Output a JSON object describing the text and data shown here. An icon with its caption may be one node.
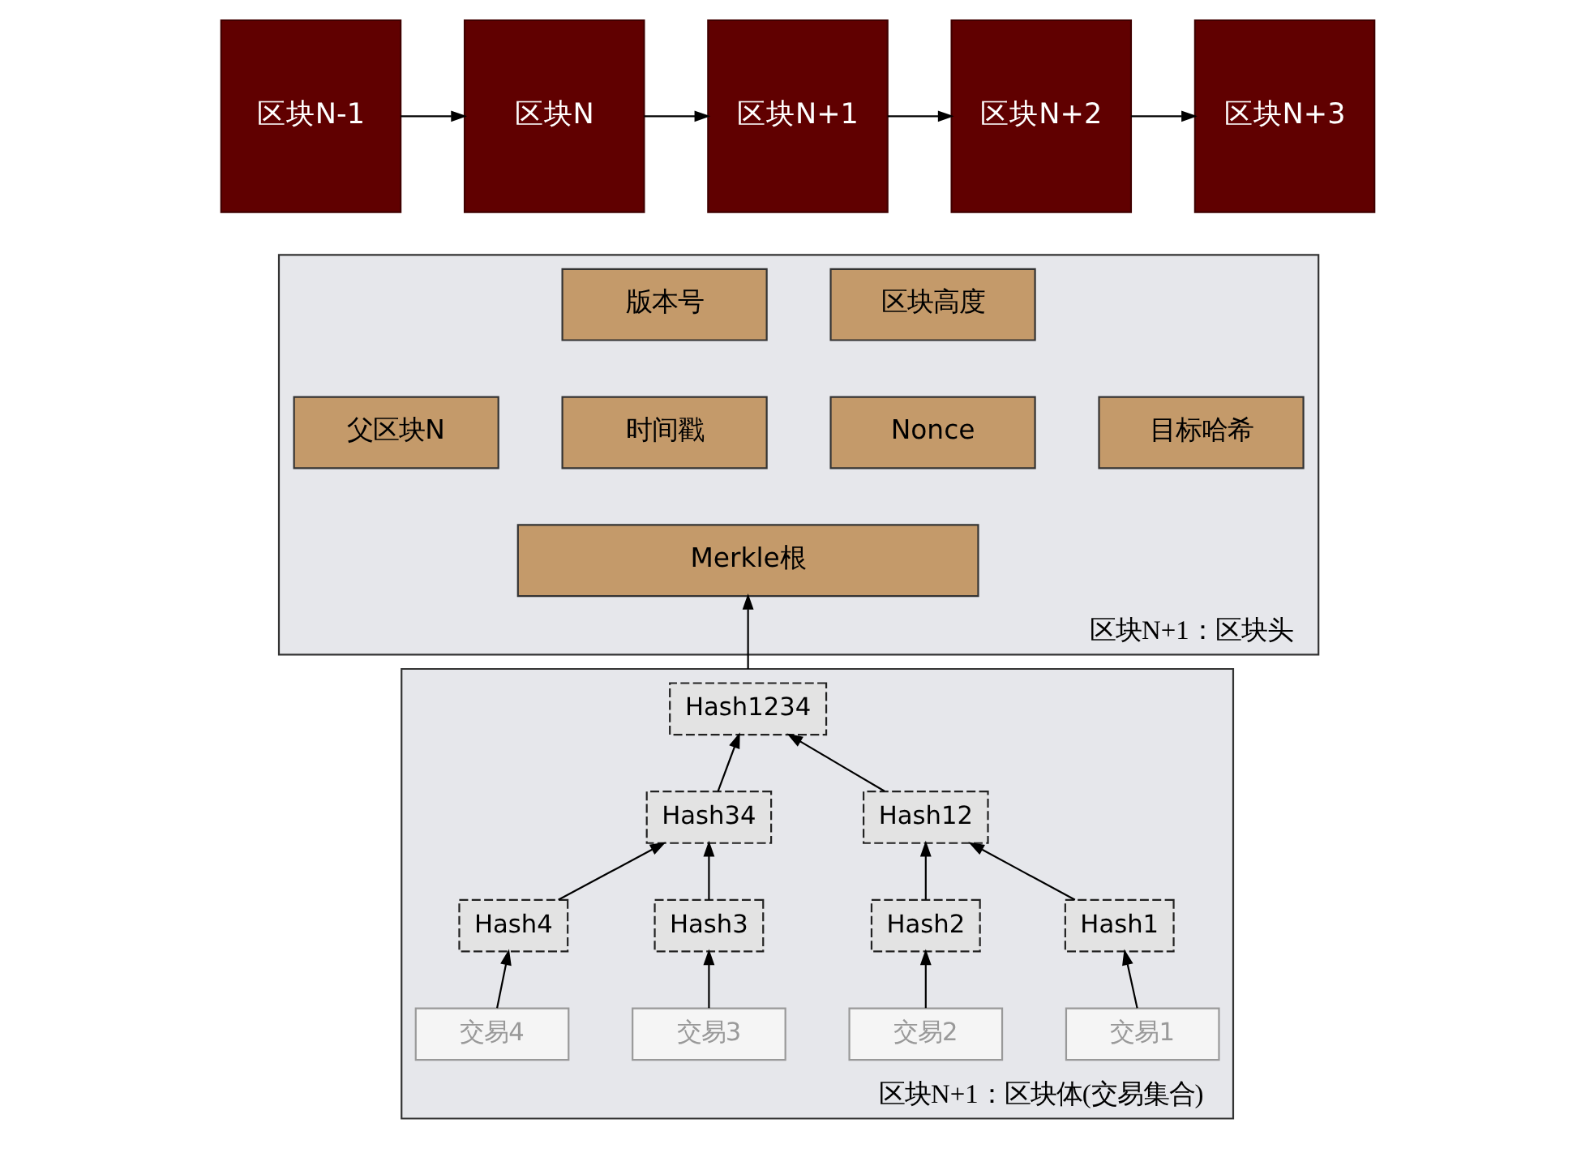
{
  "diagram": {
    "nodes": [
      {
        "text": [
          "区块N-1"
        ]
      },
      {
        "text": [
          "区块N"
        ]
      },
      {
        "text": [
          "区块N+1"
        ]
      },
      {
        "text": [
          "区块N+2"
        ]
      },
      {
        "text": [
          "区块N+3"
        ]
      },
      {
        "text": [
          "区块N+1：区块头"
        ]
      },
      {
        "text": [
          "版本号"
        ],
        "in": 5
      },
      {
        "text": [
          "区块高度"
        ],
        "in": 5
      },
      {
        "text": [
          "父区块N"
        ],
        "in": 5
      },
      {
        "text": [
          "时间戳"
        ],
        "in": 5
      },
      {
        "text": [
          "Nonce"
        ],
        "in": 5
      },
      {
        "text": [
          "目标哈希"
        ],
        "in": 5
      },
      {
        "text": [
          "Merkle根"
        ],
        "in": 5
      },
      {
        "text": [
          "区块N+1：区块体(交易集合)"
        ]
      },
      {
        "text": [
          "Hash1234"
        ],
        "in": 13
      },
      {
        "text": [
          "Hash12"
        ],
        "in": 13
      },
      {
        "text": [
          "Hash34"
        ],
        "in": 13
      },
      {
        "text": [
          "Hash1"
        ],
        "in": 13
      },
      {
        "text": [
          "Hash2"
        ],
        "in": 13
      },
      {
        "text": [
          "Hash3"
        ],
        "in": 13
      },
      {
        "text": [
          "Hash4"
        ],
        "in": 13
      },
      {
        "text": [
          "交易1"
        ],
        "in": 13
      },
      {
        "text": [
          "交易2"
        ],
        "in": 13
      },
      {
        "text": [
          "交易3"
        ],
        "in": 13
      },
      {
        "text": [
          "交易4"
        ],
        "in": 13
      }
    ],
    "edges": [
      {
        "from": 0,
        "to": 1,
        "arrow": "to"
      },
      {
        "from": 1,
        "to": 2,
        "arrow": "to"
      },
      {
        "from": 2,
        "to": 3,
        "arrow": "to"
      },
      {
        "from": 3,
        "to": 4,
        "arrow": "to"
      },
      {
        "from": 13,
        "to": 12,
        "arrow": "to"
      },
      {
        "from": 15,
        "to": 14,
        "arrow": "to"
      },
      {
        "from": 16,
        "to": 14,
        "arrow": "to"
      },
      {
        "from": 17,
        "to": 15,
        "arrow": "to"
      },
      {
        "from": 18,
        "to": 15,
        "arrow": "to"
      },
      {
        "from": 19,
        "to": 16,
        "arrow": "to"
      },
      {
        "from": 20,
        "to": 16,
        "arrow": "to"
      },
      {
        "from": 21,
        "to": 17,
        "arrow": "to"
      },
      {
        "from": 22,
        "to": 18,
        "arrow": "to"
      },
      {
        "from": 23,
        "to": 19,
        "arrow": "to"
      },
      {
        "from": 24,
        "to": 20,
        "arrow": "to"
      }
    ]
  }
}
